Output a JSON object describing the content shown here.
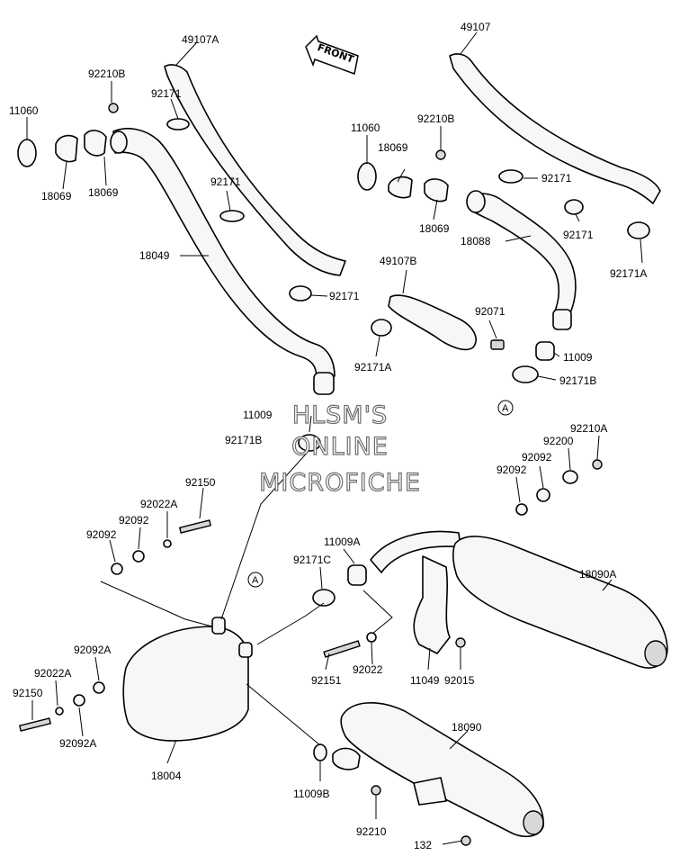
{
  "front_arrow": "FRONT",
  "watermark": [
    "HLSM'S",
    "ONLINE",
    "MICROFICHE"
  ],
  "ref_marks": [
    "A",
    "A"
  ],
  "parts": {
    "p49107A": "49107A",
    "p49107": "49107",
    "p92210B_left": "92210B",
    "p92171_a": "92171",
    "p11060_left": "11060",
    "p18069_left_a": "18069",
    "p18069_left_b": "18069",
    "p92171_b": "92171",
    "p18049": "18049",
    "p92171_c": "92171",
    "p11009_mid": "11009",
    "p92171B_mid": "92171B",
    "p11060_right": "11060",
    "p92210B_right": "92210B",
    "p18069_right_a": "18069",
    "p18069_right_b": "18069",
    "p92171_d": "92171",
    "p92171_e": "92171",
    "p18088": "18088",
    "p92171A_right": "92171A",
    "p49107B": "49107B",
    "p92071": "92071",
    "p92171A_mid": "92171A",
    "p11009_right": "11009",
    "p92171B_right": "92171B",
    "p92210A": "92210A",
    "p92200": "92200",
    "p92092_r1": "92092",
    "p92092_r2": "92092",
    "p92150_top": "92150",
    "p92022A_top": "92022A",
    "p92092_l1": "92092",
    "p92092_l2": "92092",
    "p11009A": "11009A",
    "p92171C": "92171C",
    "p18090A": "18090A",
    "p92092A_top": "92092A",
    "p92022A_bot": "92022A",
    "p92150_bot": "92150",
    "p92092A_bot": "92092A",
    "p92151": "92151",
    "p92022": "92022",
    "p11049": "11049",
    "p92015": "92015",
    "p18004": "18004",
    "p18090": "18090",
    "p11009B": "11009B",
    "p92210": "92210",
    "p132": "132"
  }
}
